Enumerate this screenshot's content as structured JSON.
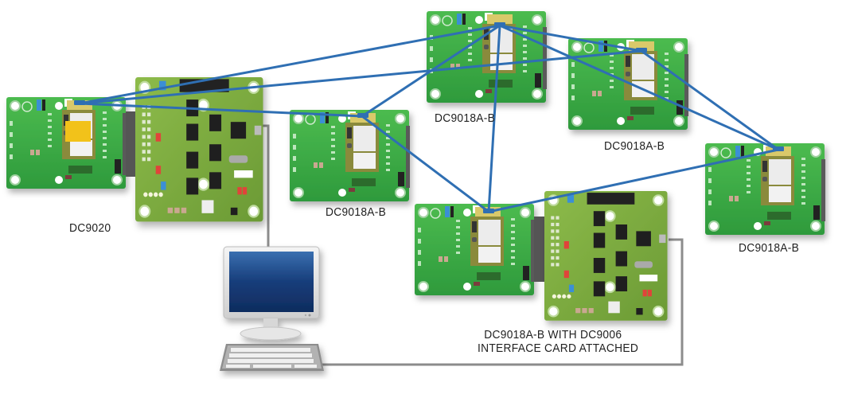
{
  "diagram": {
    "title": "Wireless mesh network of DC9018A-B motes with DC9020 manager and PC",
    "nodes": [
      {
        "id": "mgr",
        "type": "manager-board",
        "label": "DC9020"
      },
      {
        "id": "n1",
        "type": "mote",
        "label": "DC9018A-B"
      },
      {
        "id": "n2",
        "type": "mote",
        "label": "DC9018A-B"
      },
      {
        "id": "n3",
        "type": "mote",
        "label": "DC9018A-B"
      },
      {
        "id": "n4",
        "type": "mote",
        "label": "DC9018A-B"
      },
      {
        "id": "n5",
        "type": "mote-with-interface",
        "label_line1": "DC9018A-B WITH DC9006",
        "label_line2": "INTERFACE CARD ATTACHED"
      },
      {
        "id": "pc",
        "type": "computer",
        "label": ""
      }
    ],
    "wireless_links": [
      [
        "mgr",
        "n2"
      ],
      [
        "mgr",
        "n3"
      ],
      [
        "mgr",
        "n1"
      ],
      [
        "n1",
        "n2"
      ],
      [
        "n1",
        "n5"
      ],
      [
        "n2",
        "n3"
      ],
      [
        "n2",
        "n4"
      ],
      [
        "n2",
        "n5"
      ],
      [
        "n3",
        "n4"
      ],
      [
        "n5",
        "n4"
      ]
    ],
    "wired_links": [
      [
        "mgr",
        "pc"
      ],
      [
        "n5",
        "pc"
      ]
    ],
    "colors": {
      "wireless_link": "#2f6fb3",
      "wired_link": "#8c8c8c",
      "board_green": "#3aa845",
      "interface_board_green": "#7aa83a",
      "screen_blue": "#1d3f7a"
    }
  }
}
